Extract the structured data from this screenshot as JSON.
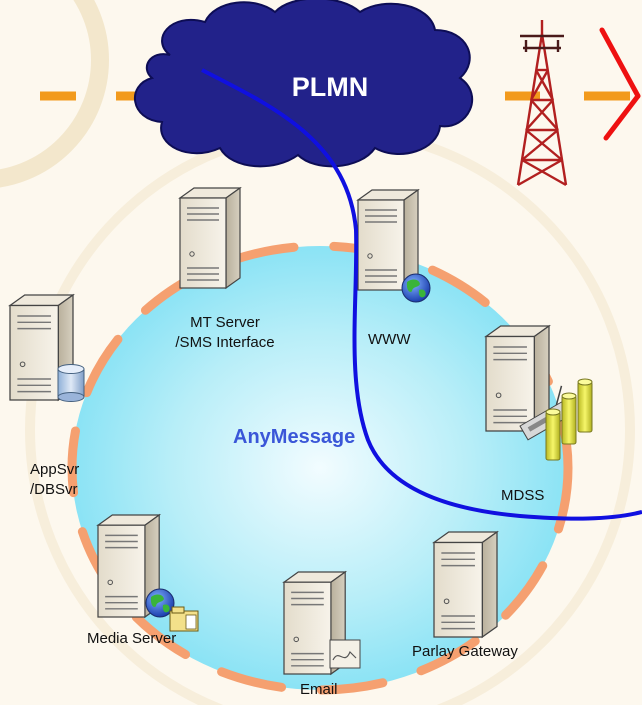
{
  "cloud": {
    "label": "PLMN"
  },
  "ring": {
    "label": "AnyMessage"
  },
  "nodes": {
    "mt_server": {
      "line1": "MT Server",
      "line2": "/SMS Interface"
    },
    "www": {
      "label": "WWW"
    },
    "mdss": {
      "label": "MDSS"
    },
    "appsvr": {
      "line1": "AppSvr",
      "line2": "/DBSvr"
    },
    "parlay": {
      "label": "Parlay Gateway"
    },
    "email": {
      "label": "Email"
    },
    "media": {
      "label": "Media Server"
    }
  },
  "icons": [
    "cloud-icon",
    "radio-tower-icon",
    "server-icon",
    "globe-icon",
    "database-icon",
    "modem-icon",
    "envelope-icon",
    "folder-icon"
  ],
  "colors": {
    "background": "#fdf8ee",
    "cloud": "#22228a",
    "ring": "#f5a070",
    "ring_fill": "#7fe0f4",
    "connection_line": "#1010e0",
    "dashed_link": "#f29a1c",
    "tower": "#b22020",
    "cross": "#ee1111",
    "accent_text": "#3a56d8"
  }
}
